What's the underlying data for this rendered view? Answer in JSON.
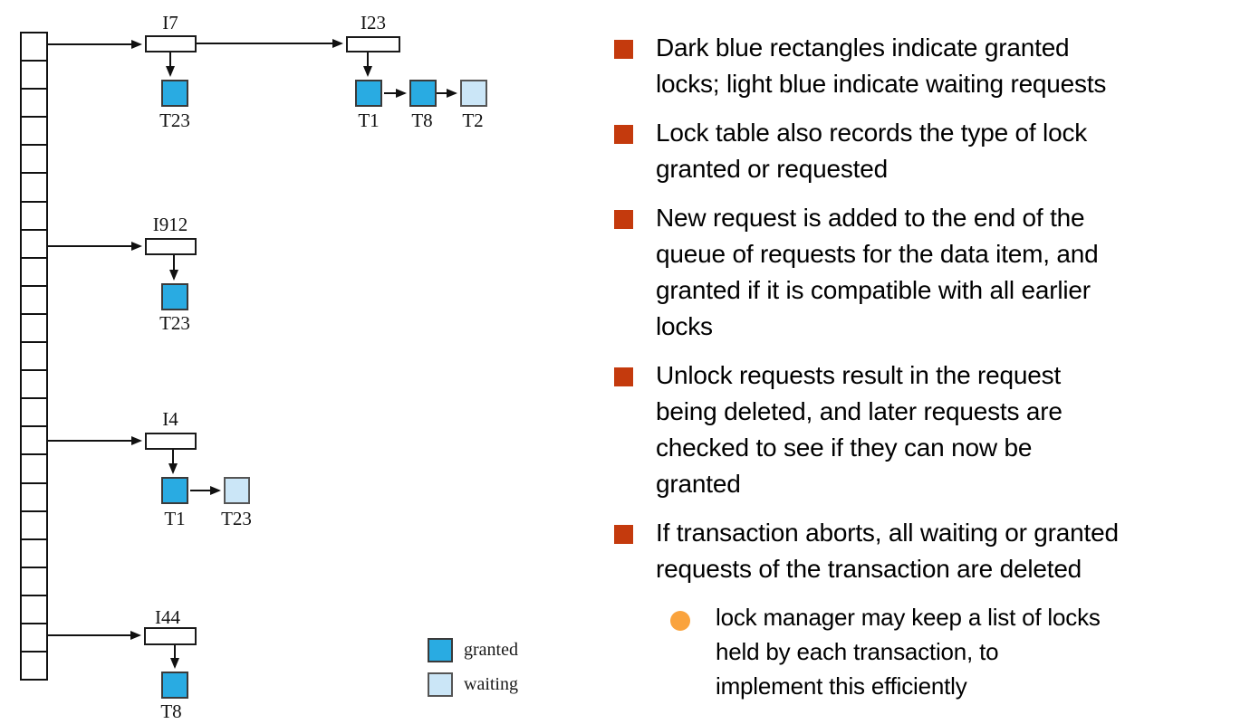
{
  "colors": {
    "granted_fill": "#29ABE2",
    "waiting_fill": "#CBE6F7",
    "bullet_square": "#C43A0D",
    "sub_bullet_circle": "#FAA33D"
  },
  "diagram": {
    "hash_table": {
      "cell_count": 23
    },
    "chains": [
      {
        "item": "I7",
        "queue": [
          {
            "txn": "T23",
            "state": "granted"
          }
        ]
      },
      {
        "item": "I23",
        "queue": [
          {
            "txn": "T1",
            "state": "granted"
          },
          {
            "txn": "T8",
            "state": "granted"
          },
          {
            "txn": "T2",
            "state": "waiting"
          }
        ]
      },
      {
        "item": "I912",
        "queue": [
          {
            "txn": "T23",
            "state": "granted"
          }
        ]
      },
      {
        "item": "I4",
        "queue": [
          {
            "txn": "T1",
            "state": "granted"
          },
          {
            "txn": "T23",
            "state": "waiting"
          }
        ]
      },
      {
        "item": "I44",
        "queue": [
          {
            "txn": "T8",
            "state": "granted"
          }
        ]
      }
    ],
    "legend": [
      {
        "label": "granted",
        "state": "granted"
      },
      {
        "label": "waiting",
        "state": "waiting"
      }
    ]
  },
  "bullets": [
    {
      "level": 1,
      "lines": [
        "Dark blue rectangles indicate granted",
        "locks; light blue indicate waiting requests"
      ]
    },
    {
      "level": 1,
      "lines": [
        "Lock table also records the type of lock",
        "granted or requested"
      ]
    },
    {
      "level": 1,
      "lines": [
        "New request is added to the end of the",
        "queue of requests for the data item, and",
        "granted if it is compatible with all earlier",
        "locks"
      ]
    },
    {
      "level": 1,
      "lines": [
        "Unlock requests result in the request",
        "being deleted, and later requests are",
        "checked to see if they can now be",
        "granted"
      ]
    },
    {
      "level": 1,
      "lines": [
        "If transaction aborts, all waiting or granted",
        "requests of the transaction are deleted"
      ]
    },
    {
      "level": 2,
      "lines": [
        "lock manager may keep a list of locks",
        "held by each transaction, to",
        "implement this efficiently"
      ]
    }
  ]
}
